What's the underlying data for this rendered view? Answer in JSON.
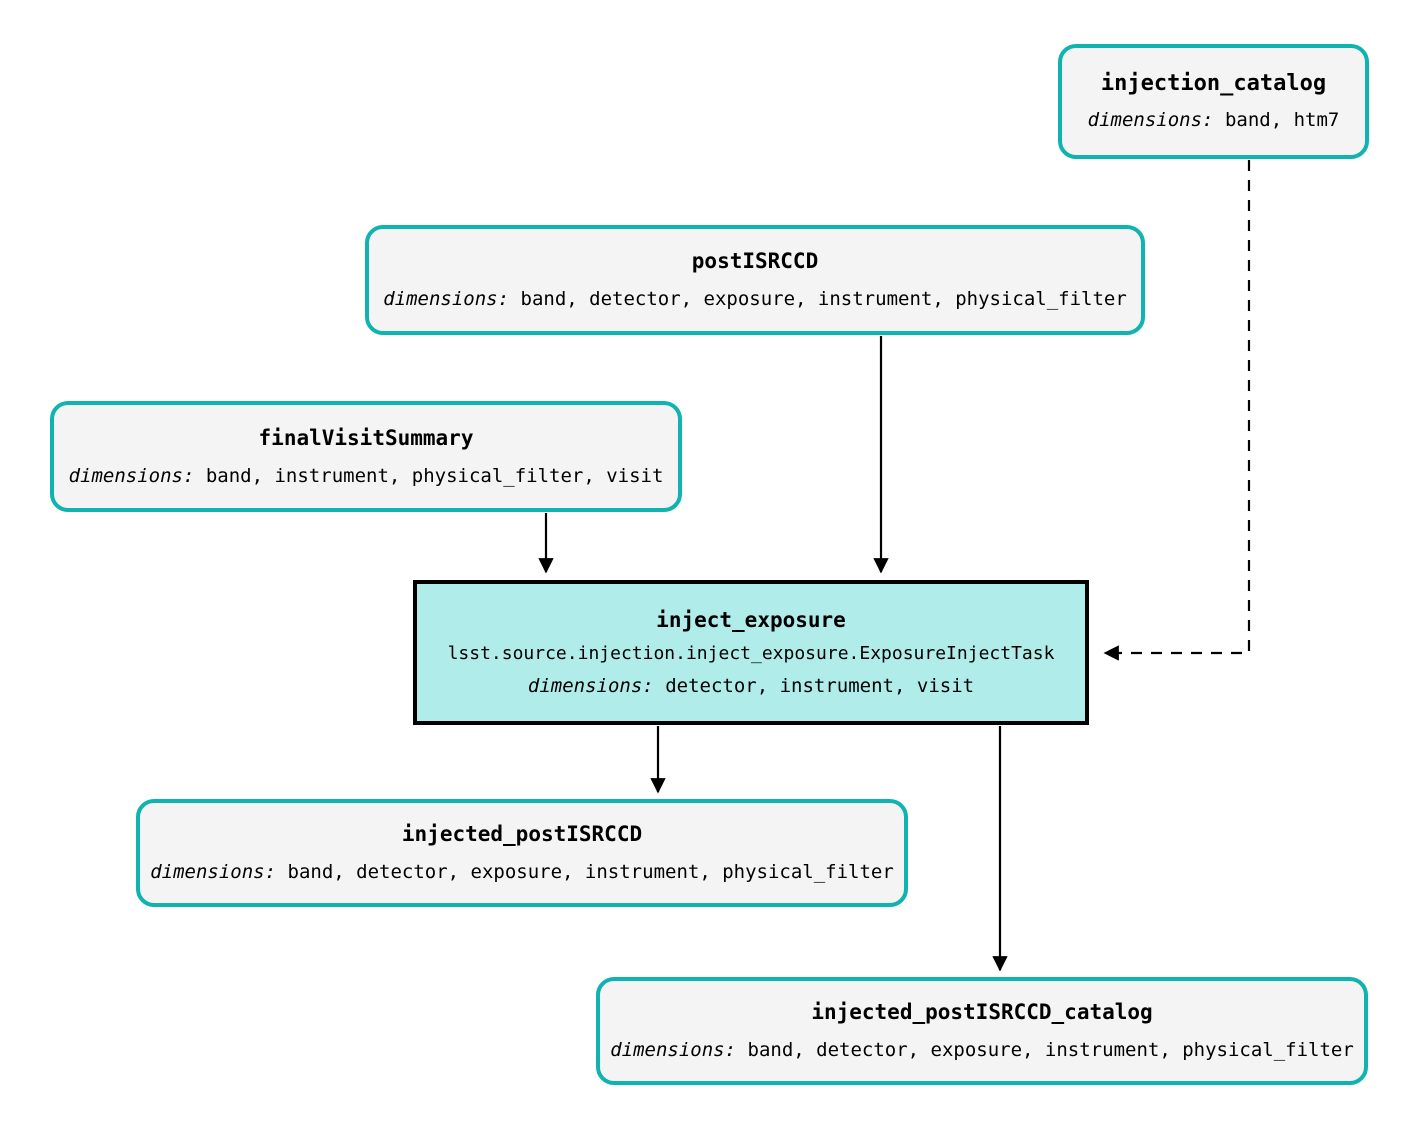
{
  "diagram": {
    "type": "pipeline-dag",
    "background_color": "#ffffff",
    "dataset_border_color": "#0fb3b0",
    "dataset_fill_color": "#f4f4f4",
    "task_border_color": "#000000",
    "task_fill_color": "#b0ecea",
    "edge_color": "#000000",
    "dims_prefix": "dimensions:"
  },
  "nodes": {
    "injection_catalog": {
      "title": "injection_catalog",
      "dims_label": "dimensions:",
      "dims_value": "band, htm7",
      "kind": "dataset"
    },
    "postISRCCD": {
      "title": "postISRCCD",
      "dims_label": "dimensions:",
      "dims_value": "band, detector, exposure, instrument, physical_filter",
      "kind": "dataset"
    },
    "finalVisitSummary": {
      "title": "finalVisitSummary",
      "dims_label": "dimensions:",
      "dims_value": "band, instrument, physical_filter, visit",
      "kind": "dataset"
    },
    "inject_exposure": {
      "title": "inject_exposure",
      "task_class": "lsst.source.injection.inject_exposure.ExposureInjectTask",
      "dims_label": "dimensions:",
      "dims_value": "detector, instrument, visit",
      "kind": "task"
    },
    "injected_postISRCCD": {
      "title": "injected_postISRCCD",
      "dims_label": "dimensions:",
      "dims_value": "band, detector, exposure, instrument, physical_filter",
      "kind": "dataset"
    },
    "injected_postISRCCD_catalog": {
      "title": "injected_postISRCCD_catalog",
      "dims_label": "dimensions:",
      "dims_value": "band, detector, exposure, instrument, physical_filter",
      "kind": "dataset"
    }
  },
  "edges": [
    {
      "from": "postISRCCD",
      "to": "inject_exposure",
      "style": "solid"
    },
    {
      "from": "finalVisitSummary",
      "to": "inject_exposure",
      "style": "solid"
    },
    {
      "from": "injection_catalog",
      "to": "inject_exposure",
      "style": "dashed"
    },
    {
      "from": "inject_exposure",
      "to": "injected_postISRCCD",
      "style": "solid"
    },
    {
      "from": "inject_exposure",
      "to": "injected_postISRCCD_catalog",
      "style": "solid"
    }
  ]
}
